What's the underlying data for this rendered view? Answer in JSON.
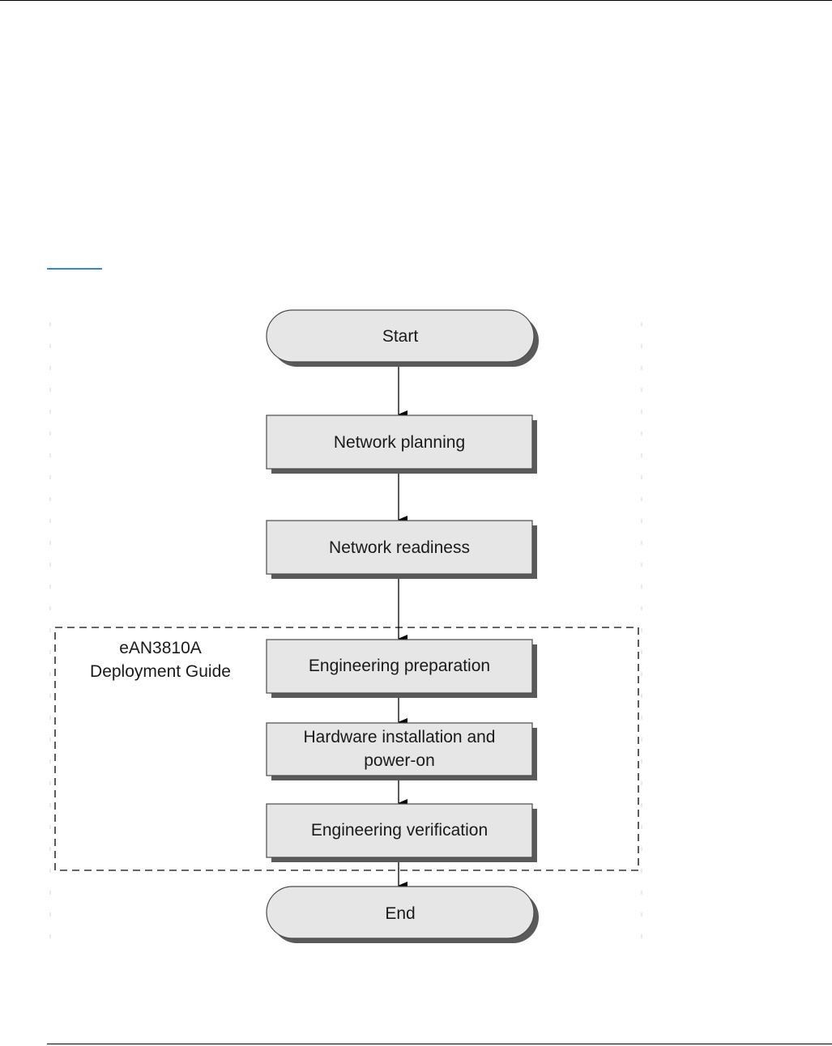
{
  "diagram": {
    "nodes": {
      "start": "Start",
      "network_planning": "Network planning",
      "network_readiness": "Network readiness",
      "engineering_preparation": "Engineering preparation",
      "hardware_installation_line1": "Hardware installation and",
      "hardware_installation_line2": "power-on",
      "engineering_verification": "Engineering verification",
      "end": "End"
    },
    "group": {
      "label_line1": "eAN3810A",
      "label_line2": "Deployment Guide"
    },
    "colors": {
      "node_fill": "#e6e6e6",
      "shadow": "#5a5a5a",
      "link": "#3a87d0"
    }
  }
}
